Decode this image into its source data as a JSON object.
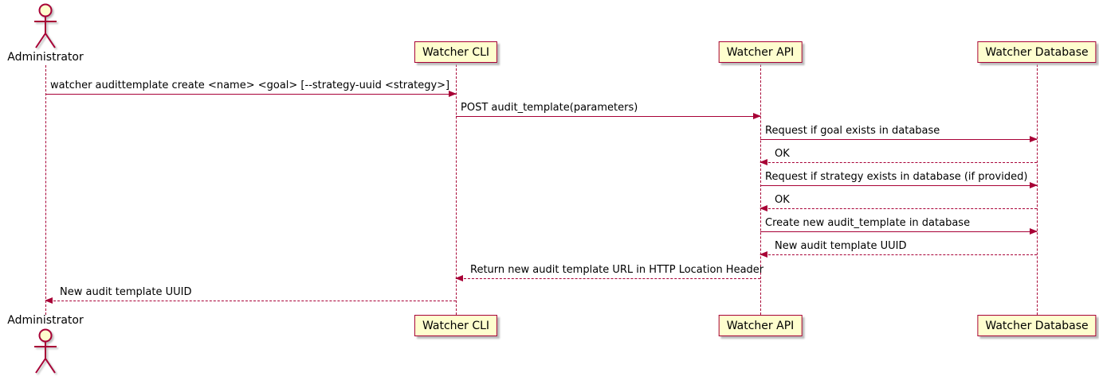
{
  "colors": {
    "line": "#A80036",
    "fill": "#FEFECE",
    "text": "#000000",
    "background": "#FFFFFF",
    "shadow": "#BBBBBB"
  },
  "diagram": {
    "type": "sequence-diagram",
    "lifelines": [
      {
        "name": "Administrator",
        "kind": "actor"
      },
      {
        "name": "Watcher CLI",
        "kind": "participant"
      },
      {
        "name": "Watcher API",
        "kind": "participant"
      },
      {
        "name": "Watcher Database",
        "kind": "participant"
      }
    ],
    "messages": [
      {
        "from": "Administrator",
        "to": "Watcher CLI",
        "style": "solid",
        "label": "watcher audittemplate create <name> <goal> [--strategy-uuid <strategy>]"
      },
      {
        "from": "Watcher CLI",
        "to": "Watcher API",
        "style": "solid",
        "label": "POST audit_template(parameters)"
      },
      {
        "from": "Watcher API",
        "to": "Watcher Database",
        "style": "solid",
        "label": "Request if goal exists in database"
      },
      {
        "from": "Watcher Database",
        "to": "Watcher API",
        "style": "dashed",
        "label": "OK"
      },
      {
        "from": "Watcher API",
        "to": "Watcher Database",
        "style": "solid",
        "label": "Request if strategy exists in database (if provided)"
      },
      {
        "from": "Watcher Database",
        "to": "Watcher API",
        "style": "dashed",
        "label": "OK"
      },
      {
        "from": "Watcher API",
        "to": "Watcher Database",
        "style": "solid",
        "label": "Create new audit_template in database"
      },
      {
        "from": "Watcher Database",
        "to": "Watcher API",
        "style": "dashed",
        "label": "New audit template UUID"
      },
      {
        "from": "Watcher API",
        "to": "Watcher CLI",
        "style": "dashed",
        "label": "Return new audit template URL in HTTP Location Header"
      },
      {
        "from": "Watcher CLI",
        "to": "Administrator",
        "style": "dashed",
        "label": "New audit template UUID"
      }
    ]
  }
}
